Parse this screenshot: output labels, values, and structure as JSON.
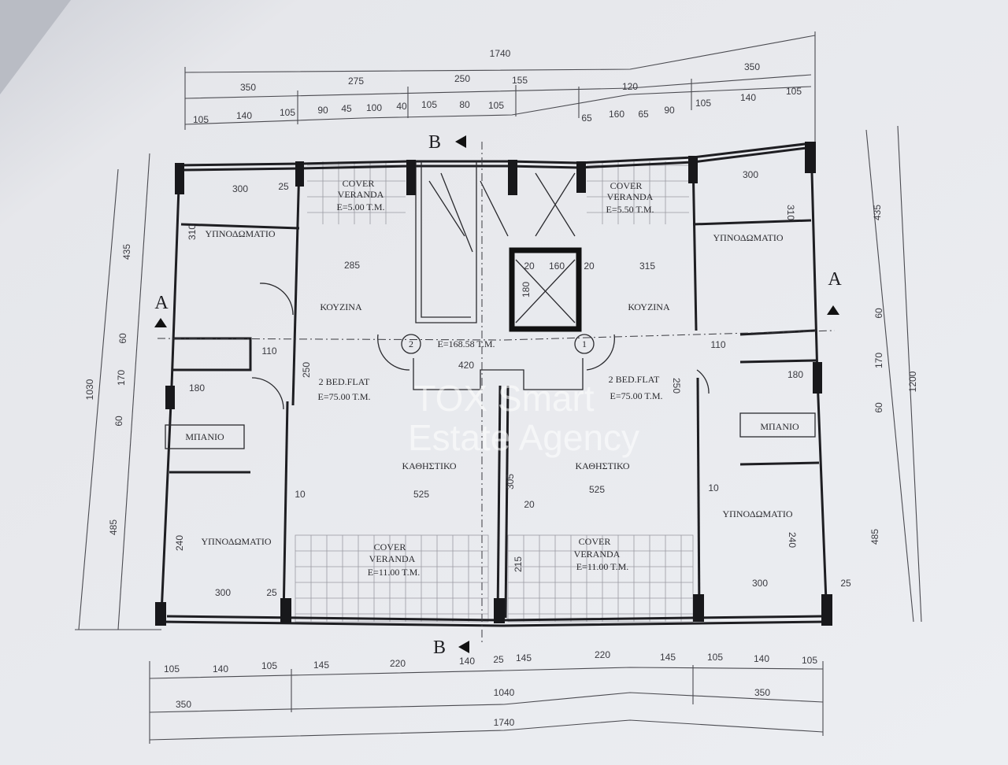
{
  "watermark": {
    "line1": "TOX Smart",
    "line2": "Estate Agency"
  },
  "section_marks": {
    "b_top": "B",
    "b_bottom": "B",
    "a_left": "A",
    "a_right": "A"
  },
  "top_dims": {
    "total": "1740",
    "mid": [
      "350",
      "275",
      "250",
      "155",
      "120",
      "350"
    ],
    "detail": [
      "105",
      "140",
      "105",
      "90",
      "45",
      "100",
      "40",
      "105",
      "80",
      "105",
      "65",
      "160",
      "65",
      "90",
      "105",
      "140",
      "105"
    ]
  },
  "bottom_dims": {
    "detail": [
      "105",
      "140",
      "105",
      "145",
      "220",
      "140",
      "25",
      "145",
      "220",
      "145",
      "105",
      "140",
      "105"
    ],
    "mid": [
      "350",
      "1040",
      "350"
    ],
    "total": "1740"
  },
  "left_dims": {
    "total": "1030",
    "parts": [
      "435",
      "60",
      "170",
      "60",
      "485"
    ]
  },
  "right_dims": {
    "total": "1200",
    "parts": [
      "435",
      "60",
      "170",
      "60",
      "485"
    ]
  },
  "rooms": {
    "bedroom_tl": "ΥΠΝΟΔΩΜΑΤΙΟ",
    "bedroom_tr": "ΥΠΝΟΔΩΜΑΤΙΟ",
    "bedroom_bl": "ΥΠΝΟΔΩΜΑΤΙΟ",
    "bedroom_br": "ΥΠΝΟΔΩΜΑΤΙΟ",
    "kitchen_l": "ΚΟΥΖΙΝΑ",
    "kitchen_r": "ΚΟΥΖΙΝΑ",
    "living_l": "ΚΑΘΗΣΤΙΚΟ",
    "living_r": "ΚΑΘΗΣΤΙΚΟ",
    "bath_l": "ΜΠΑΝΙΟ",
    "bath_r": "ΜΠΑΝΙΟ"
  },
  "verandas": [
    {
      "l1": "COVER",
      "l2": "VERANDA",
      "area": "E=5.00 T.M."
    },
    {
      "l1": "COVER",
      "l2": "VERANDA",
      "area": "E=5.50 T.M."
    },
    {
      "l1": "COVER",
      "l2": "VERANDA",
      "area": "E=11.00 T.M."
    },
    {
      "l1": "COVER",
      "l2": "VERANDA",
      "area": "E=11.00 T.M."
    }
  ],
  "flats": [
    {
      "type": "2 BED.FLAT",
      "area": "E=75.00 T.M.",
      "num": "2"
    },
    {
      "type": "2 BED.FLAT",
      "area": "E=75.00 T.M.",
      "num": "1"
    }
  ],
  "core": {
    "area": "E=168.58 T.M.",
    "width": "420",
    "lift_w": "160",
    "lift_d": "180"
  },
  "inner_dims": [
    "300",
    "25",
    "310",
    "300",
    "310",
    "285",
    "315",
    "110",
    "110",
    "180",
    "180",
    "250",
    "250",
    "525",
    "525",
    "305",
    "240",
    "240",
    "300",
    "25",
    "300",
    "25",
    "215",
    "10",
    "10",
    "20",
    "20",
    "20"
  ]
}
